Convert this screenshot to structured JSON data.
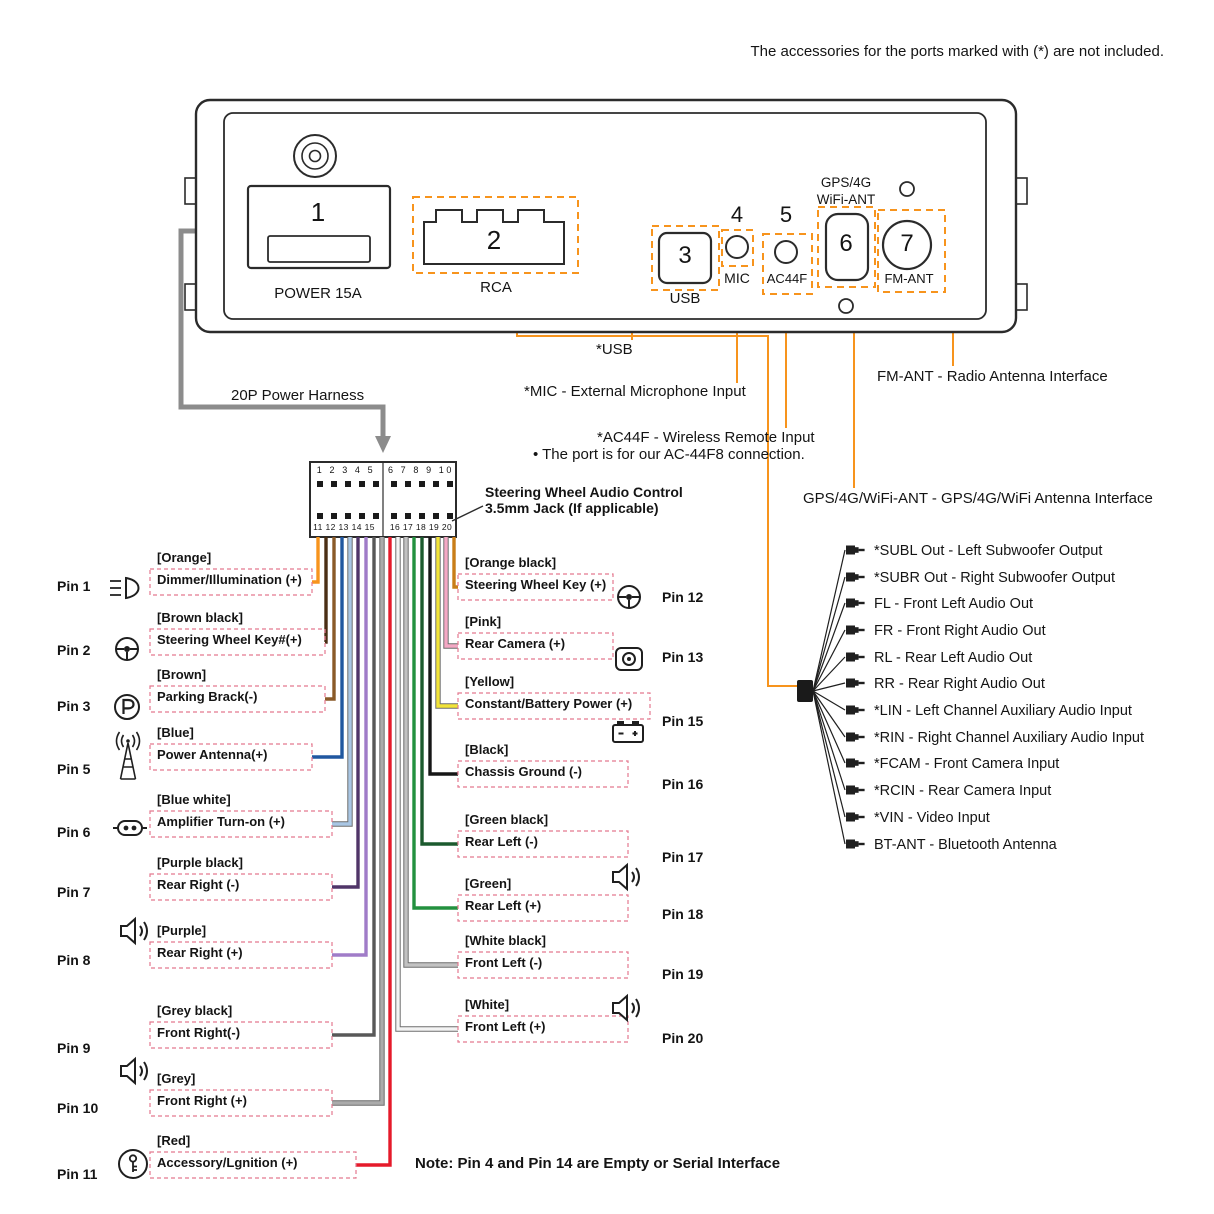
{
  "colors": {
    "accent": "#F7941D",
    "dash_pink": "#E4798F",
    "harness_grey": "#8C8C8C",
    "line_dark": "#1F1F1F",
    "wire_outline": "#6E6E6E"
  },
  "top_note": "The accessories for the ports marked with (*) are not included.",
  "unit": {
    "ports": {
      "p1": {
        "num": "1",
        "label": "POWER 15A"
      },
      "p2": {
        "num": "2",
        "label": "RCA"
      },
      "p3": {
        "num": "3",
        "label": "USB"
      },
      "p4": {
        "num": "4",
        "label": "MIC"
      },
      "p5": {
        "num": "5",
        "label": "AC44F"
      },
      "p6": {
        "num": "6",
        "label_line1": "GPS/4G",
        "label_line2": "WiFi-ANT"
      },
      "p7": {
        "num": "7",
        "label": "FM-ANT"
      }
    }
  },
  "callouts": {
    "usb": "*USB",
    "mic": "*MIC - External Microphone Input",
    "ac44f1": "*AC44F - Wireless Remote Input",
    "ac44f2": "• The port is for our AC-44F8 connection.",
    "fm": "FM-ANT - Radio Antenna Interface",
    "gps": "GPS/4G/WiFi-ANT - GPS/4G/WiFi Antenna Interface"
  },
  "harness": {
    "label": "20P Power Harness",
    "pins_top_left": "1 2 3 4 5",
    "pins_top_right": "6 7 8 9 10",
    "pins_bottom_left": "11 12 13 14 15",
    "pins_bottom_right": "16 17 18 19 20"
  },
  "swc": {
    "line1": "Steering Wheel Audio Control",
    "line2": "3.5mm Jack (If applicable)"
  },
  "left_pins": [
    {
      "pin": "Pin 1",
      "color": "[Orange]",
      "desc": "Dimmer/Illumination (+)",
      "hex": "#F7941D"
    },
    {
      "pin": "Pin 2",
      "color": "[Brown black]",
      "desc": "Steering Wheel Key#(+)",
      "hex": "#4A2E14"
    },
    {
      "pin": "Pin 3",
      "color": "[Brown]",
      "desc": "Parking Brack(-)",
      "hex": "#8A5A28"
    },
    {
      "pin": "Pin 5",
      "color": "[Blue]",
      "desc": "Power Antenna(+)",
      "hex": "#2057A0"
    },
    {
      "pin": "Pin 6",
      "color": "[Blue white]",
      "desc": "Amplifier Turn-on (+)",
      "hex": "#A9C6E4"
    },
    {
      "pin": "Pin 7",
      "color": "[Purple black]",
      "desc": "Rear Right (-)",
      "hex": "#503568"
    },
    {
      "pin": "Pin 8",
      "color": "[Purple]",
      "desc": "Rear Right (+)",
      "hex": "#A07CC8"
    },
    {
      "pin": "Pin 9",
      "color": "[Grey black]",
      "desc": "Front Right(-)",
      "hex": "#585858"
    },
    {
      "pin": "Pin 10",
      "color": "[Grey]",
      "desc": "Front Right (+)",
      "hex": "#ABABAB"
    },
    {
      "pin": "Pin 11",
      "color": "[Red]",
      "desc": "Accessory/Lgnition (+)",
      "hex": "#E51A2A"
    }
  ],
  "mid_pins": [
    {
      "pin": "Pin 12",
      "color": "[Orange black]",
      "desc": "Steering Wheel Key (+)",
      "hex": "#C97E18"
    },
    {
      "pin": "Pin 13",
      "color": "[Pink]",
      "desc": "Rear Camera (+)",
      "hex": "#F4A8C4"
    },
    {
      "pin": "Pin 15",
      "color": "[Yellow]",
      "desc": "Constant/Battery Power (+)",
      "hex": "#F2E338"
    },
    {
      "pin": "Pin 16",
      "color": "[Black]",
      "desc": "Chassis Ground (-)",
      "hex": "#161616"
    },
    {
      "pin": "Pin 17",
      "color": "[Green black]",
      "desc": "Rear Left (-)",
      "hex": "#1C5A2E"
    },
    {
      "pin": "Pin 18",
      "color": "[Green]",
      "desc": "Rear Left (+)",
      "hex": "#23913F"
    },
    {
      "pin": "Pin 19",
      "color": "[White black]",
      "desc": "Front Left (-)",
      "hex": "#C2C2C2"
    },
    {
      "pin": "Pin 20",
      "color": "[White]",
      "desc": "Front Left (+)",
      "hex": "#F4F4F4"
    }
  ],
  "rca_outputs": [
    "*SUBL Out - Left Subwoofer Output",
    "*SUBR Out - Right Subwoofer Output",
    "FL - Front Left Audio Out",
    "FR -  Front Right Audio Out",
    "RL - Rear Left Audio Out",
    "RR - Rear Right Audio Out",
    "*LIN - Left Channel Auxiliary Audio Input",
    "*RIN - Right Channel Auxiliary Audio Input",
    "*FCAM - Front Camera Input",
    "*RCIN - Rear Camera Input",
    "*VIN - Video Input",
    "BT-ANT - Bluetooth Antenna"
  ],
  "bottom_note": "Note: Pin 4 and Pin 14 are Empty or Serial Interface"
}
